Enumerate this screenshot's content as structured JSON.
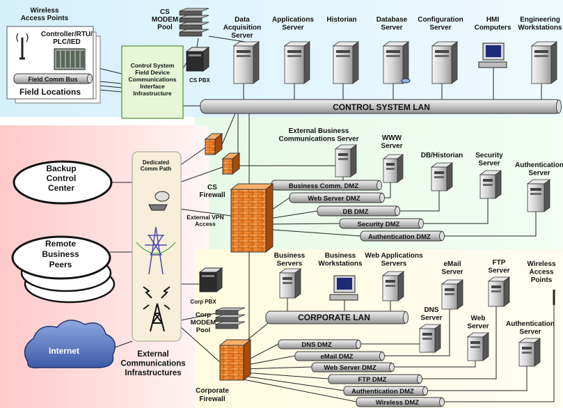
{
  "field_locations": {
    "wireless_ap": [
      "Wireless",
      "Access Points"
    ],
    "controller": [
      "Controller/RTU/",
      "PLC/IED"
    ],
    "field_comm_bus": "Field Comm Bus",
    "title": "Field Locations"
  },
  "interface_box": [
    "Control System",
    "Field Device",
    "Communications",
    "Interface",
    "Infrastructure"
  ],
  "cs_modem_pool": [
    "CS",
    "MODEM",
    "Pool"
  ],
  "cs_pbx": "CS PBX",
  "control_servers": [
    {
      "label": [
        "Data",
        "Acquisition",
        "Server"
      ]
    },
    {
      "label": [
        "Applications",
        "Server"
      ]
    },
    {
      "label": [
        "Historian"
      ]
    },
    {
      "label": [
        "Database",
        "Server"
      ]
    },
    {
      "label": [
        "Configuration",
        "Server"
      ]
    },
    {
      "label": [
        "HMI",
        "Computers"
      ]
    },
    {
      "label": [
        "Engineering",
        "Workstations"
      ]
    }
  ],
  "control_lan": "CONTROL SYSTEM LAN",
  "dmz_servers": [
    {
      "label": [
        "External Business",
        "Communications Server"
      ]
    },
    {
      "label": [
        "WWW",
        "Server"
      ]
    },
    {
      "label": [
        "DB/Historian"
      ]
    },
    {
      "label": [
        "Security",
        "Server"
      ]
    },
    {
      "label": [
        "Authentication",
        "Server"
      ]
    }
  ],
  "cs_dmz_pipes": [
    "Business Comm. DMZ",
    "Web Server DMZ",
    "DB DMZ",
    "Security DMZ",
    "Authentication DMZ"
  ],
  "cs_firewall": [
    "CS",
    "Firewall"
  ],
  "external_vpn": [
    "External VPN",
    "Access"
  ],
  "dedicated_path": [
    "Dedicated",
    "Comm Path"
  ],
  "backup_center": [
    "Backup",
    "Control",
    "Center"
  ],
  "remote_peers": [
    "Remote",
    "Business",
    "Peers"
  ],
  "internet": "Internet",
  "external_comm": [
    "External",
    "Communications",
    "Infrastructures"
  ],
  "corp_pbx": "Corp PBX",
  "corp_modem": [
    "Corp",
    "MODEM",
    "Pool"
  ],
  "corp_firewall": [
    "Corporate",
    "Firewall"
  ],
  "corp_servers": [
    {
      "label": [
        "Business",
        "Servers"
      ]
    },
    {
      "label": [
        "Business",
        "Workstations"
      ]
    },
    {
      "label": [
        "Web Applications",
        "Servers"
      ]
    },
    {
      "label": [
        "eMail",
        "Server"
      ]
    },
    {
      "label": [
        "FTP",
        "Server"
      ]
    },
    {
      "label": [
        "Wireless",
        "Access",
        "Points"
      ]
    }
  ],
  "corp_lan": "CORPORATE LAN",
  "corp_dmz_servers": [
    {
      "label": [
        "DNS",
        "Server"
      ]
    },
    {
      "label": [
        "Web",
        "Server"
      ]
    },
    {
      "label": [
        "Authentication",
        "Server"
      ]
    }
  ],
  "corp_dmz_pipes": [
    "DNS DMZ",
    "eMail DMZ",
    "Web Server DMZ",
    "FTP DMZ",
    "Authentication DMZ",
    "Wireless DMZ"
  ]
}
